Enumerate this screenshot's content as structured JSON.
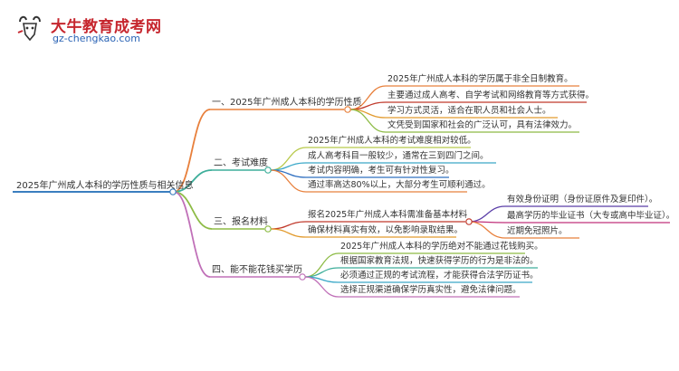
{
  "logo": {
    "title": "大牛教育成考网",
    "url": "gz-chengkao.com"
  },
  "mindmap": {
    "root": "2025年广州成人本科的学历性质与相关信息",
    "branches": [
      {
        "label": "一、2025年广州成人本科的学历性质",
        "color": "#e8803c",
        "items": [
          {
            "text": "2025年广州成人本科的学历属于非全日制教育。",
            "color": "#e8803c"
          },
          {
            "text": "主要通过成人高考、自学考试和网络教育等方式获得。",
            "color": "#c0392b"
          },
          {
            "text": "学习方式灵活，适合在职人员和社会人士。",
            "color": "#e29b2e"
          },
          {
            "text": "文凭受到国家和社会的广泛认可，具有法律效力。",
            "color": "#8dbb45"
          }
        ]
      },
      {
        "label": "二、考试难度",
        "color": "#3dae9a",
        "items": [
          {
            "text": "2025年广州成人本科的考试难度相对较低。",
            "color": "#b8c94a"
          },
          {
            "text": "成人高考科目一般较少，通常在三到四门之间。",
            "color": "#3aa8c8"
          },
          {
            "text": "考试内容明确，考生可有针对性复习。",
            "color": "#2f6fc0"
          },
          {
            "text": "通过率高达80%以上，大部分考生可顺利通过。",
            "color": "#e8803c"
          }
        ]
      },
      {
        "label": "三、报名材料",
        "color": "#8dbb45",
        "items": [
          {
            "text": "报名2025年广州成人本科需准备基本材料",
            "color": "#c0392b",
            "children": [
              {
                "text": "有效身份证明（身份证原件及复印件）。",
                "color": "#5b3fa8"
              },
              {
                "text": "最高学历的毕业证书（大专或高中毕业证）。",
                "color": "#c0307a"
              },
              {
                "text": "近期免冠照片。",
                "color": "#e8803c"
              }
            ]
          },
          {
            "text": "确保材料真实有效，以免影响录取结果。",
            "color": "#e29b2e"
          }
        ]
      },
      {
        "label": "四、能不能花钱买学历",
        "color": "#c070b8",
        "items": [
          {
            "text": "2025年广州成人本科的学历绝对不能通过花钱购买。",
            "color": "#8dbb45"
          },
          {
            "text": "根据国家教育法规，快速获得学历的行为是非法的。",
            "color": "#3dae9a"
          },
          {
            "text": "必须通过正规的考试流程，才能获得合法学历证书。",
            "color": "#3aa8c8"
          },
          {
            "text": "选择正规渠道确保学历真实性，避免法律问题。",
            "color": "#c070b8"
          }
        ]
      }
    ]
  }
}
